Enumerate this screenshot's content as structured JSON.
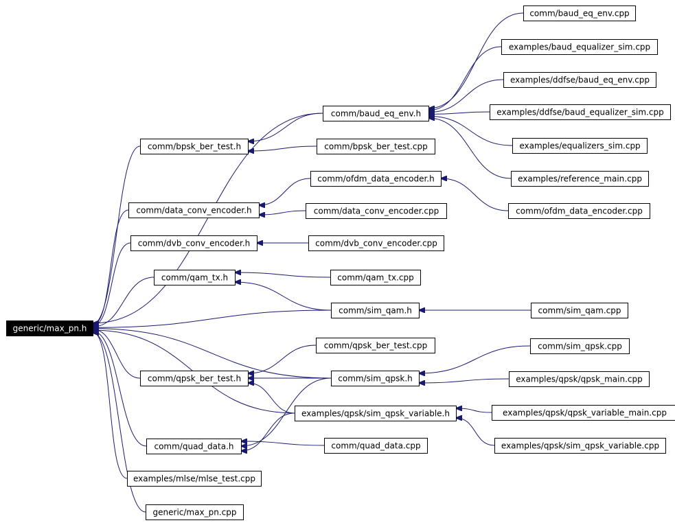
{
  "graph": {
    "nodes": [
      {
        "id": "max_pn_h",
        "label": "generic/max_pn.h",
        "root": true
      },
      {
        "id": "baud_eq_env_h",
        "label": "comm/baud_eq_env.h"
      },
      {
        "id": "bpsk_ber_test_h",
        "label": "comm/bpsk_ber_test.h"
      },
      {
        "id": "data_conv_encoder_h",
        "label": "comm/data_conv_encoder.h"
      },
      {
        "id": "dvb_conv_encoder_h",
        "label": "comm/dvb_conv_encoder.h"
      },
      {
        "id": "qam_tx_h",
        "label": "comm/qam_tx.h"
      },
      {
        "id": "sim_qam_h",
        "label": "comm/sim_qam.h"
      },
      {
        "id": "qpsk_ber_test_h",
        "label": "comm/qpsk_ber_test.h"
      },
      {
        "id": "sim_qpsk_h",
        "label": "comm/sim_qpsk.h"
      },
      {
        "id": "sim_qpsk_variable_h",
        "label": "examples/qpsk/sim_qpsk_variable.h"
      },
      {
        "id": "quad_data_h",
        "label": "comm/quad_data.h"
      },
      {
        "id": "mlse_test_cpp",
        "label": "examples/mlse/mlse_test.cpp"
      },
      {
        "id": "max_pn_cpp",
        "label": "generic/max_pn.cpp"
      },
      {
        "id": "ofdm_data_encoder_h",
        "label": "comm/ofdm_data_encoder.h"
      },
      {
        "id": "baud_eq_env_cpp",
        "label": "comm/baud_eq_env.cpp"
      },
      {
        "id": "baud_equalizer_sim_cpp",
        "label": "examples/baud_equalizer_sim.cpp"
      },
      {
        "id": "ddfse_baud_eq_env_cpp",
        "label": "examples/ddfse/baud_eq_env.cpp"
      },
      {
        "id": "ddfse_baud_equalizer_sim_cpp",
        "label": "examples/ddfse/baud_equalizer_sim.cpp"
      },
      {
        "id": "equalizers_sim_cpp",
        "label": "examples/equalizers_sim.cpp"
      },
      {
        "id": "reference_main_cpp",
        "label": "examples/reference_main.cpp"
      },
      {
        "id": "bpsk_ber_test_cpp",
        "label": "comm/bpsk_ber_test.cpp"
      },
      {
        "id": "data_conv_encoder_cpp",
        "label": "comm/data_conv_encoder.cpp"
      },
      {
        "id": "ofdm_data_encoder_cpp",
        "label": "comm/ofdm_data_encoder.cpp"
      },
      {
        "id": "dvb_conv_encoder_cpp",
        "label": "comm/dvb_conv_encoder.cpp"
      },
      {
        "id": "qam_tx_cpp",
        "label": "comm/qam_tx.cpp"
      },
      {
        "id": "sim_qam_cpp",
        "label": "comm/sim_qam.cpp"
      },
      {
        "id": "qpsk_ber_test_cpp",
        "label": "comm/qpsk_ber_test.cpp"
      },
      {
        "id": "sim_qpsk_cpp",
        "label": "comm/sim_qpsk.cpp"
      },
      {
        "id": "qpsk_main_cpp",
        "label": "examples/qpsk/qpsk_main.cpp"
      },
      {
        "id": "qpsk_variable_main_cpp",
        "label": "examples/qpsk/qpsk_variable_main.cpp"
      },
      {
        "id": "sim_qpsk_variable_cpp",
        "label": "examples/qpsk/sim_qpsk_variable.cpp"
      },
      {
        "id": "quad_data_cpp",
        "label": "comm/quad_data.cpp"
      }
    ],
    "edges": [
      {
        "from": "baud_eq_env_h",
        "to": "max_pn_h"
      },
      {
        "from": "bpsk_ber_test_h",
        "to": "max_pn_h"
      },
      {
        "from": "data_conv_encoder_h",
        "to": "max_pn_h"
      },
      {
        "from": "dvb_conv_encoder_h",
        "to": "max_pn_h"
      },
      {
        "from": "qam_tx_h",
        "to": "max_pn_h"
      },
      {
        "from": "sim_qam_h",
        "to": "max_pn_h"
      },
      {
        "from": "sim_qpsk_h",
        "to": "max_pn_h"
      },
      {
        "from": "qpsk_ber_test_h",
        "to": "max_pn_h"
      },
      {
        "from": "sim_qpsk_variable_h",
        "to": "max_pn_h"
      },
      {
        "from": "quad_data_h",
        "to": "max_pn_h"
      },
      {
        "from": "mlse_test_cpp",
        "to": "max_pn_h"
      },
      {
        "from": "max_pn_cpp",
        "to": "max_pn_h"
      },
      {
        "from": "baud_eq_env_cpp",
        "to": "baud_eq_env_h"
      },
      {
        "from": "baud_equalizer_sim_cpp",
        "to": "baud_eq_env_h"
      },
      {
        "from": "ddfse_baud_eq_env_cpp",
        "to": "baud_eq_env_h"
      },
      {
        "from": "ddfse_baud_equalizer_sim_cpp",
        "to": "baud_eq_env_h"
      },
      {
        "from": "equalizers_sim_cpp",
        "to": "baud_eq_env_h"
      },
      {
        "from": "reference_main_cpp",
        "to": "baud_eq_env_h"
      },
      {
        "from": "baud_eq_env_h",
        "to": "bpsk_ber_test_h"
      },
      {
        "from": "bpsk_ber_test_cpp",
        "to": "bpsk_ber_test_h"
      },
      {
        "from": "ofdm_data_encoder_h",
        "to": "data_conv_encoder_h"
      },
      {
        "from": "data_conv_encoder_cpp",
        "to": "data_conv_encoder_h"
      },
      {
        "from": "ofdm_data_encoder_cpp",
        "to": "ofdm_data_encoder_h"
      },
      {
        "from": "dvb_conv_encoder_cpp",
        "to": "dvb_conv_encoder_h"
      },
      {
        "from": "qam_tx_cpp",
        "to": "qam_tx_h"
      },
      {
        "from": "sim_qam_h",
        "to": "qam_tx_h"
      },
      {
        "from": "sim_qam_cpp",
        "to": "sim_qam_h"
      },
      {
        "from": "qpsk_ber_test_cpp",
        "to": "qpsk_ber_test_h"
      },
      {
        "from": "sim_qpsk_h",
        "to": "qpsk_ber_test_h"
      },
      {
        "from": "sim_qpsk_variable_h",
        "to": "qpsk_ber_test_h"
      },
      {
        "from": "sim_qpsk_cpp",
        "to": "sim_qpsk_h"
      },
      {
        "from": "qpsk_main_cpp",
        "to": "sim_qpsk_h"
      },
      {
        "from": "qpsk_variable_main_cpp",
        "to": "sim_qpsk_variable_h"
      },
      {
        "from": "sim_qpsk_variable_cpp",
        "to": "sim_qpsk_variable_h"
      },
      {
        "from": "quad_data_cpp",
        "to": "quad_data_h"
      },
      {
        "from": "sim_qpsk_h",
        "to": "quad_data_h"
      },
      {
        "from": "sim_qpsk_variable_h",
        "to": "quad_data_h"
      }
    ]
  }
}
